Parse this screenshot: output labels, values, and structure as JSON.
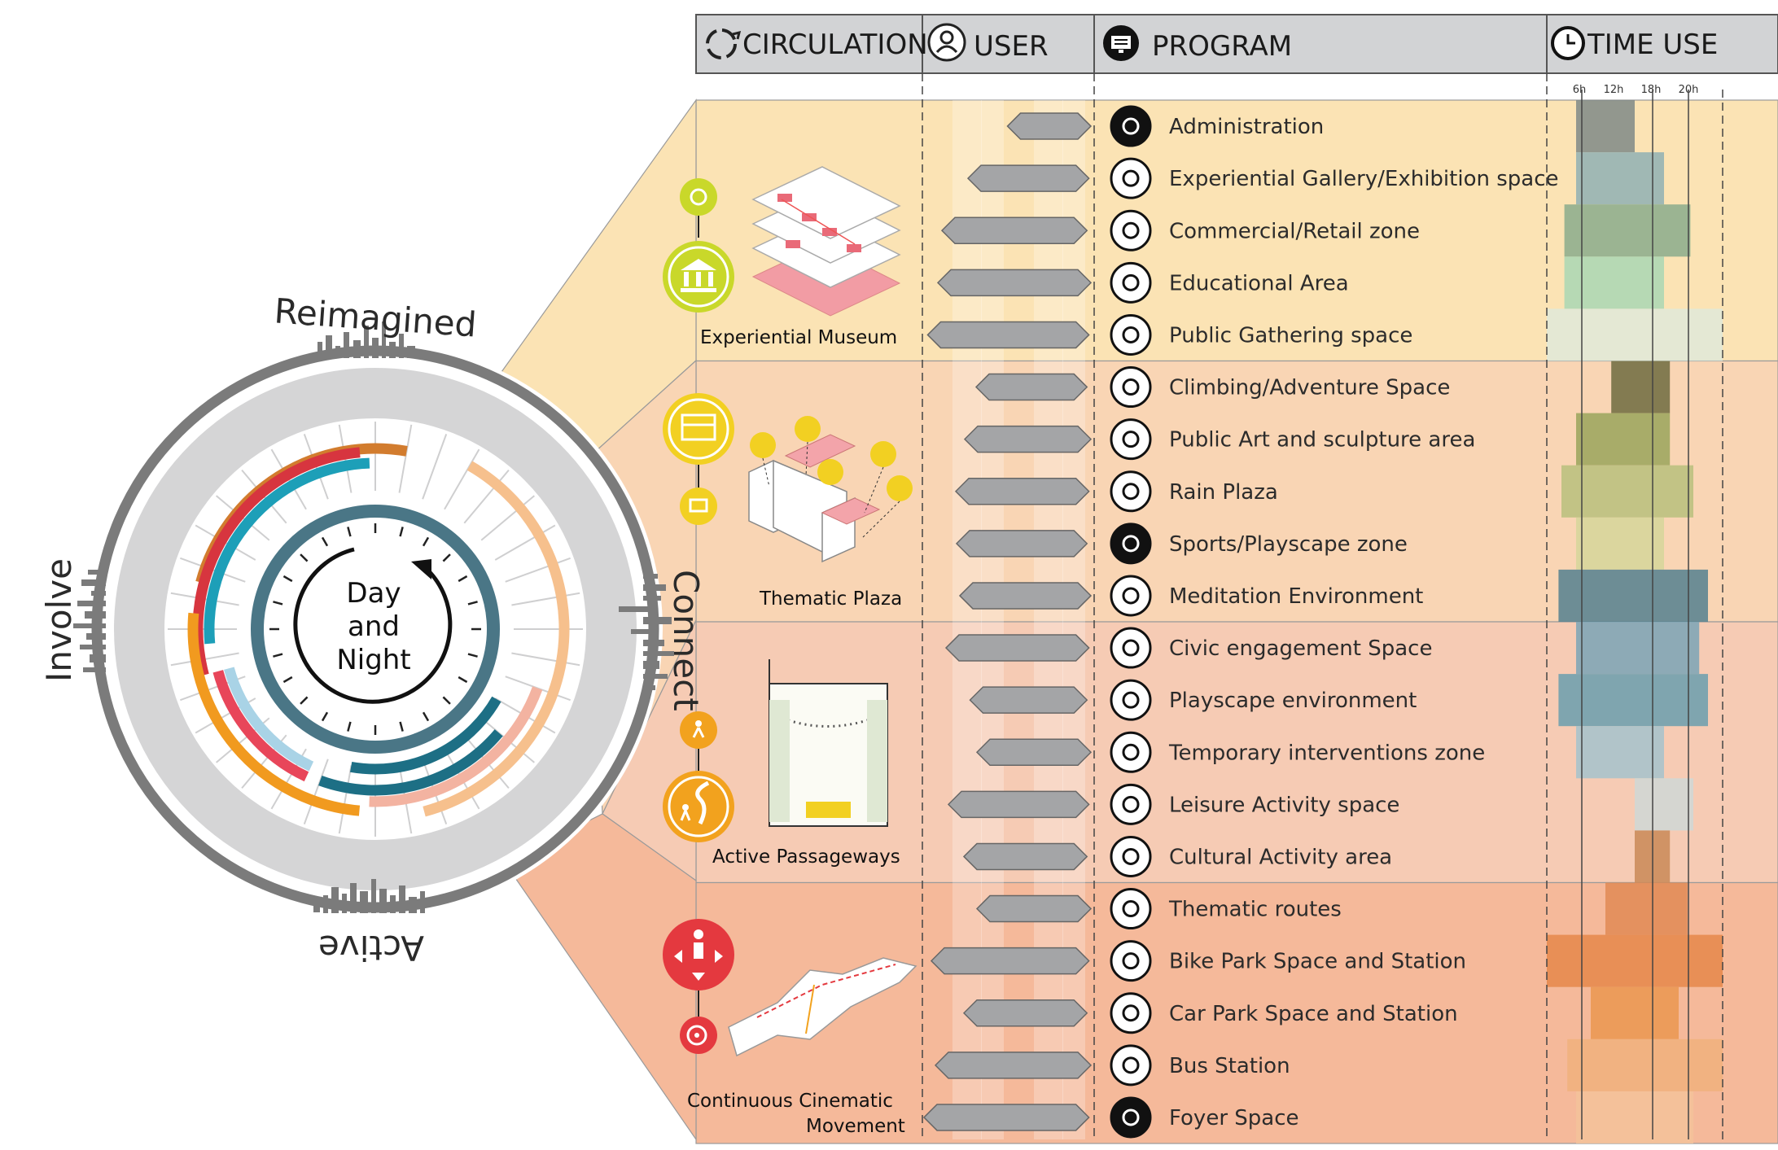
{
  "header": {
    "columns": [
      {
        "key": "circulation",
        "label": "CIRCULATION",
        "icon": "circulation-icon"
      },
      {
        "key": "user",
        "label": "USER",
        "icon": "user-icon"
      },
      {
        "key": "program",
        "label": "PROGRAM",
        "icon": "program-icon"
      },
      {
        "key": "time_use",
        "label": "TIME USE",
        "icon": "clock-icon"
      }
    ],
    "time_ticks": [
      "6h",
      "12h",
      "18h",
      "20h"
    ]
  },
  "ring": {
    "center_lines": [
      "Day",
      "and",
      "Night"
    ],
    "labels": {
      "top": "Reimagined",
      "right": "Connect",
      "bottom": "Active",
      "left": "Involve"
    }
  },
  "zones": [
    {
      "name": "Experiential Museum",
      "color": "#fbe3b4"
    },
    {
      "name": "Thematic Plaza",
      "color": "#f9d5b4"
    },
    {
      "name": "Active Passageways",
      "color": "#f6cbb4"
    },
    {
      "name": "Continuous Cinematic Movement",
      "name_lines": [
        "Continuous Cinematic",
        "Movement"
      ],
      "color": "#f5b99a"
    }
  ],
  "programs": [
    {
      "label": "Administration",
      "icon": "person-icon",
      "zone": 0,
      "user": 0.35,
      "time_colors": [
        "#7f8a87"
      ],
      "time_span": [
        1,
        3
      ]
    },
    {
      "label": "Experiential Gallery/Exhibition space",
      "icon": "picture-icon",
      "zone": 0,
      "user": 0.62,
      "time_colors": [
        "#8fb0b4"
      ],
      "time_span": [
        1,
        4
      ]
    },
    {
      "label": "Commercial/Retail zone",
      "icon": "cart-icon",
      "zone": 0,
      "user": 0.78,
      "time_colors": [
        "#8aac8c"
      ],
      "time_span": [
        0.6,
        4.9
      ]
    },
    {
      "label": "Educational Area",
      "icon": "graduation-cap-icon",
      "zone": 0,
      "user": 0.92,
      "time_colors": [
        "#a9d7b4"
      ],
      "time_span": [
        0.6,
        4
      ]
    },
    {
      "label": "Public Gathering space",
      "icon": "group-icon",
      "zone": 0,
      "user": 0.95,
      "time_colors": [
        "#dfe9d9"
      ],
      "time_span": [
        0,
        6
      ]
    },
    {
      "label": "Climbing/Adventure Space",
      "icon": "climbing-icon",
      "zone": 1,
      "user": 0.5,
      "time_colors": [
        "#6e6b3f"
      ],
      "time_span": [
        2.2,
        4.2
      ]
    },
    {
      "label": "Public Art and sculpture area",
      "icon": "sculpture-icon",
      "zone": 1,
      "user": 0.7,
      "time_colors": [
        "#9aa45c"
      ],
      "time_span": [
        1,
        4.2
      ]
    },
    {
      "label": "Rain Plaza",
      "icon": "rain-cloud-icon",
      "zone": 1,
      "user": 0.72,
      "time_colors": [
        "#b9c07c"
      ],
      "time_span": [
        0.5,
        5
      ]
    },
    {
      "label": "Sports/Playscape zone",
      "icon": "ball-icon",
      "zone": 1,
      "user": 0.66,
      "time_colors": [
        "#d6d69a"
      ],
      "time_span": [
        1,
        4
      ]
    },
    {
      "label": "Meditation Environment",
      "icon": "meditation-icon",
      "zone": 1,
      "user": 0.74,
      "time_colors": [
        "#55808f"
      ],
      "time_span": [
        0.4,
        5.5
      ]
    },
    {
      "label": "Civic engagement Space",
      "icon": "civic-icon",
      "zone": 2,
      "user": 0.8,
      "time_colors": [
        "#7aa5b6"
      ],
      "time_span": [
        1,
        5.2
      ]
    },
    {
      "label": "Playscape environment",
      "icon": "playscape-icon",
      "zone": 2,
      "user": 0.55,
      "time_colors": [
        "#6a9fae"
      ],
      "time_span": [
        0.4,
        5.5
      ]
    },
    {
      "label": "Temporary interventions zone",
      "icon": "bulb-icon",
      "zone": 2,
      "user": 0.6,
      "time_colors": [
        "#a4c3cc"
      ],
      "time_span": [
        1,
        4
      ]
    },
    {
      "label": "Leisure Activity space",
      "icon": "leisure-icon",
      "zone": 2,
      "user": 0.78,
      "time_colors": [
        "#cfd8d6"
      ],
      "time_span": [
        3,
        5
      ]
    },
    {
      "label": "Cultural Activity area",
      "icon": "cultural-icon",
      "zone": 2,
      "user": 0.6,
      "time_colors": [
        "#c98a57"
      ],
      "time_span": [
        3,
        4.2
      ]
    },
    {
      "label": "Thematic routes",
      "icon": "route-icon",
      "zone": 3,
      "user": 0.6,
      "time_colors": [
        "#e08a55"
      ],
      "time_span": [
        2,
        4.8
      ]
    },
    {
      "label": "Bike Park Space and Station",
      "icon": "bike-icon",
      "zone": 3,
      "user": 0.92,
      "time_colors": [
        "#e5874a"
      ],
      "time_span": [
        0,
        6
      ]
    },
    {
      "label": "Car Park Space and Station",
      "icon": "car-icon",
      "zone": 3,
      "user": 0.6,
      "time_colors": [
        "#ea9650"
      ],
      "time_span": [
        1.5,
        4.5
      ]
    },
    {
      "label": "Bus Station",
      "icon": "bus-icon",
      "zone": 3,
      "user": 0.94,
      "time_colors": [
        "#f0b07c"
      ],
      "time_span": [
        0.7,
        6
      ]
    },
    {
      "label": "Foyer Space",
      "icon": "foyer-icon",
      "zone": 3,
      "user": 0.98,
      "time_colors": [
        "#f3c29a"
      ],
      "time_span": [
        1,
        5
      ]
    }
  ]
}
